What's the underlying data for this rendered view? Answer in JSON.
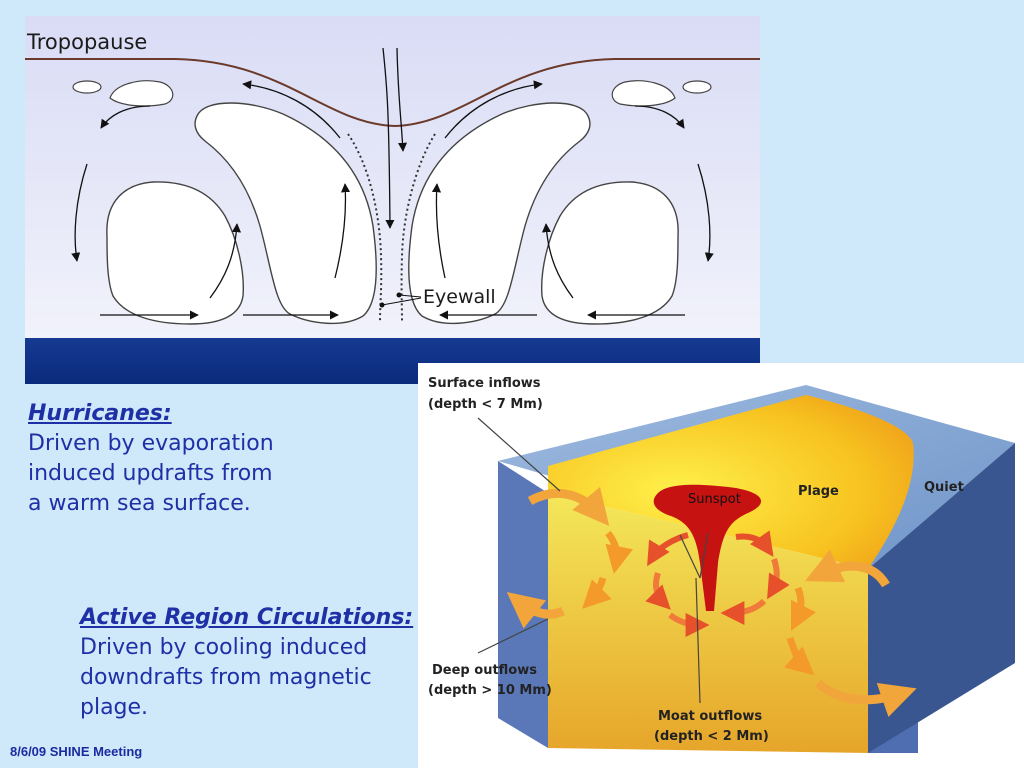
{
  "hurricane_diagram": {
    "tropopause_label": "Tropopause",
    "eyewall_label": "Eyewall"
  },
  "sun_diagram": {
    "surface_inflows_label": "Surface inflows",
    "surface_inflows_depth": "(depth < 7 Mm)",
    "sunspot_label": "Sunspot",
    "plage_label": "Plage",
    "quiet_label": "Quiet",
    "deep_outflows_label": "Deep outflows",
    "deep_outflows_depth": "(depth > 10 Mm)",
    "moat_outflows_label": "Moat outflows",
    "moat_outflows_depth": "(depth < 2 Mm)"
  },
  "hurricanes": {
    "heading": "Hurricanes:",
    "lines": [
      "Driven by evaporation",
      "induced updrafts from",
      "a warm sea surface."
    ]
  },
  "active_regions": {
    "heading": "Active Region Circulations:",
    "lines": [
      "Driven by cooling induced",
      "downdrafts from magnetic",
      "plage."
    ]
  },
  "footer": {
    "text": "8/6/09 SHINE Meeting"
  },
  "colors": {
    "background": "#cfe9fb",
    "text_blue": "#1f2fa6",
    "sea": "#0b2f86",
    "tropopause_line": "#6b3a2a"
  }
}
